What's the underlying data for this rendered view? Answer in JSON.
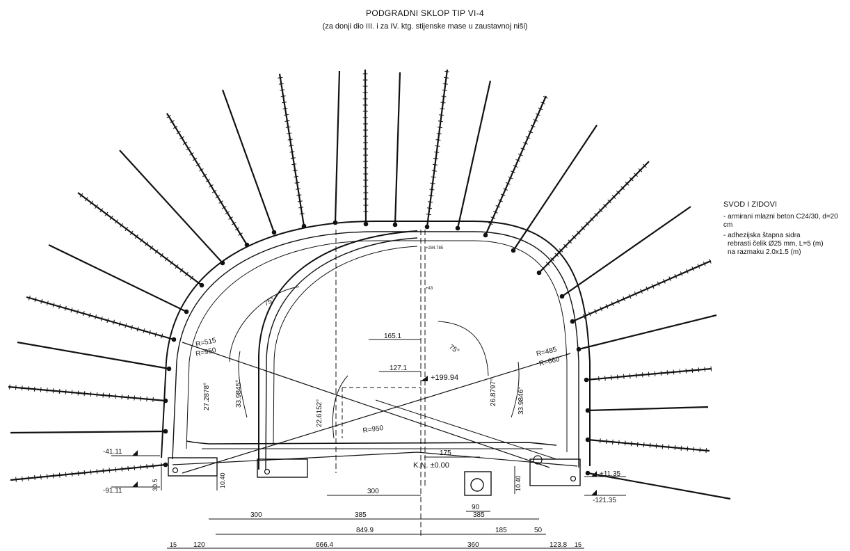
{
  "title": "PODGRADNI SKLOP TIP VI-4",
  "subtitle": "(za donji dio III. i za IV. ktg. stijenske mase u zaustavnoj niši)",
  "legend": {
    "heading": "SVOD I ZIDOVI",
    "item1": "- armirani mlazni beton C24/30, d=20 cm",
    "item2": "- adhezijska štapna sidra",
    "item2_l2": "rebrasti čelik Ø25 mm, L=5 (m)",
    "item2_l3": "na razmaku 2.0x1.5 (m)"
  },
  "radii": {
    "r515": "R=515",
    "r950_left": "R=950",
    "r485": "R=485",
    "r660": "R=660",
    "r950_bottom": "R=950"
  },
  "angles": {
    "a75_left": "75°",
    "a75_right": "75°",
    "a27_2878": "27.2878°",
    "a33_9845": "33.9845°",
    "a22_6152": "22.6152°",
    "a26_8797": "26.8797°",
    "a33_9846": "33.9846°"
  },
  "dims": {
    "d165_1": "165.1",
    "d127_1": "127.1",
    "d175": "175",
    "d300_mid": "300",
    "d90": "90",
    "d300": "300",
    "d385a": "385",
    "d385b": "385",
    "d849_9": "849.9",
    "d185": "185",
    "d50": "50",
    "d15a": "15",
    "d120": "120",
    "d666_4": "666.4",
    "d360": "360",
    "d123_8": "123.8",
    "d15b": "15",
    "d10_40a": "10.40",
    "d30_5": "30.5",
    "d10_40b": "10.40"
  },
  "levels": {
    "plus_199_94": "+199.94",
    "kn_000": "K.N. ±0.00",
    "m41_11": "-41.11",
    "m91_11": "-91.11",
    "p11_35": "+11.35",
    "m121_35": "-121.35",
    "p284_785": "+284.785",
    "p43": "+43"
  }
}
